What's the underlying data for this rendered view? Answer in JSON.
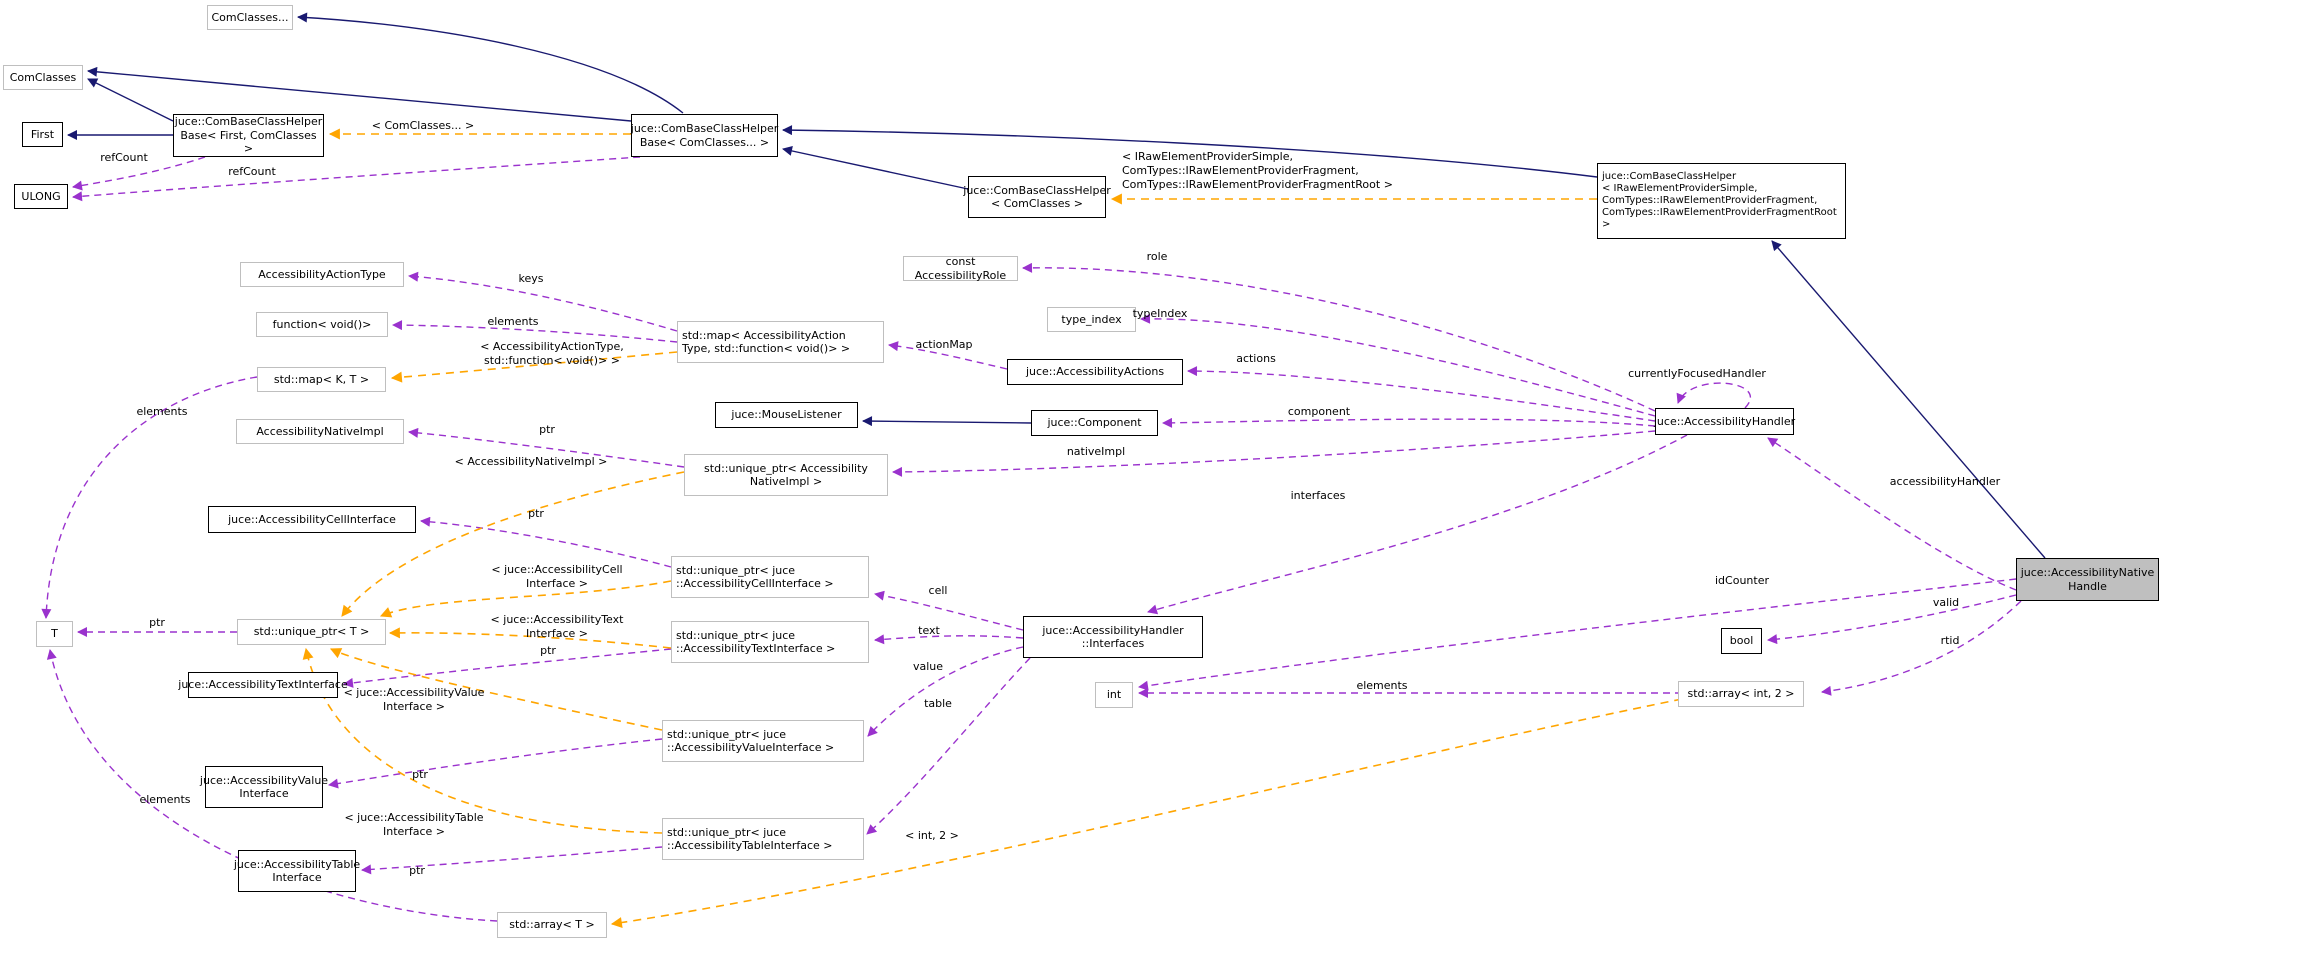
{
  "diagram": {
    "kind": "collaboration-graph",
    "main_class": "juce::AccessibilityNativeHandle"
  },
  "colors": {
    "inheritance_edge": "#191970",
    "usage_edge": "#9a32cd",
    "template_edge": "#ffa500",
    "node_border": "#000000",
    "node_border_external": "#bfbfbf",
    "main_node_fill": "#bfbfbf",
    "background": "#ffffff"
  },
  "nodes": {
    "comclasses_ellipsis": {
      "label": "ComClasses..."
    },
    "comclasses": {
      "label": "ComClasses"
    },
    "first": {
      "label": "First"
    },
    "ulong": {
      "label": "ULONG"
    },
    "helperbase_first": {
      "label": "juce::ComBaseClassHelper\nBase< First, ComClasses >"
    },
    "helperbase_variadic": {
      "label": "juce::ComBaseClassHelper\nBase< ComClasses... >"
    },
    "helper_comclasses": {
      "label": "juce::ComBaseClassHelper\n< ComClasses >"
    },
    "helper_iraw": {
      "label": "juce::ComBaseClassHelper\n< IRawElementProviderSimple,\n ComTypes::IRawElementProviderFragment,\n ComTypes::IRawElementProviderFragmentRoot >"
    },
    "actiontype": {
      "label": "AccessibilityActionType"
    },
    "function_void": {
      "label": "function< void()>"
    },
    "map_kt": {
      "label": "std::map< K, T >"
    },
    "map_aat": {
      "label": "std::map< AccessibilityAction\nType, std::function< void()> >"
    },
    "const_role": {
      "label": "const AccessibilityRole"
    },
    "type_index": {
      "label": "type_index"
    },
    "accessibilityactions": {
      "label": "juce::AccessibilityActions"
    },
    "mouselistener": {
      "label": "juce::MouseListener"
    },
    "component": {
      "label": "juce::Component"
    },
    "uptr_nativeimpl": {
      "label": "std::unique_ptr< Accessibility\nNativeImpl >"
    },
    "nativeimpl": {
      "label": "AccessibilityNativeImpl"
    },
    "cellinterface": {
      "label": "juce::AccessibilityCellInterface"
    },
    "uptr_t": {
      "label": "std::unique_ptr< T >"
    },
    "t": {
      "label": "T"
    },
    "uptr_cell": {
      "label": "std::unique_ptr< juce\n::AccessibilityCellInterface >"
    },
    "uptr_text": {
      "label": "std::unique_ptr< juce\n::AccessibilityTextInterface >"
    },
    "textinterface": {
      "label": "juce::AccessibilityTextInterface"
    },
    "uptr_value": {
      "label": "std::unique_ptr< juce\n::AccessibilityValueInterface >"
    },
    "valueinterface": {
      "label": "juce::AccessibilityValue\nInterface"
    },
    "uptr_table": {
      "label": "std::unique_ptr< juce\n::AccessibilityTableInterface >"
    },
    "tableinterface": {
      "label": "juce::AccessibilityTable\nInterface"
    },
    "array_t": {
      "label": "std::array< T >"
    },
    "array_int2": {
      "label": "std::array< int, 2 >"
    },
    "int": {
      "label": "int"
    },
    "bool": {
      "label": "bool"
    },
    "interfaces": {
      "label": "juce::AccessibilityHandler\n::Interfaces"
    },
    "handler": {
      "label": "juce::AccessibilityHandler"
    },
    "main": {
      "label": "juce::AccessibilityNative\nHandle"
    }
  },
  "labels": {
    "refcount1": "refCount",
    "refcount2": "refCount",
    "keys": "keys",
    "elements_fn": "elements",
    "elements_kt": "elements",
    "elements_arr": "elements",
    "elements_int": "elements",
    "actionmap": "actionMap",
    "role": "role",
    "typeindex": "typeIndex",
    "actions": "actions",
    "component": "component",
    "nativeimpl": "nativeImpl",
    "interfaces": "interfaces",
    "currentlyfocused": "currentlyFocusedHandler",
    "accessibilityhandler": "accessibilityHandler",
    "idcounter": "idCounter",
    "valid": "valid",
    "rtid": "rtid",
    "cell": "cell",
    "text": "text",
    "value": "value",
    "table": "table",
    "ptr_nativeimpl": "ptr",
    "ptr_cell": "ptr",
    "ptr_t": "ptr",
    "ptr_text": "ptr",
    "ptr_value": "ptr",
    "ptr_table": "ptr",
    "tpl_comclasses": "< ComClasses... >",
    "tpl_iraw": "< IRawElementProviderSimple,\nComTypes::IRawElementProviderFragment,\nComTypes::IRawElementProviderFragmentRoot >",
    "tpl_aat": "< AccessibilityActionType,\nstd::function< void()> >",
    "tpl_nativeimpl": "< AccessibilityNativeImpl >",
    "tpl_cell": "< juce::AccessibilityCell\nInterface >",
    "tpl_text": "< juce::AccessibilityText\nInterface >",
    "tpl_value": "< juce::AccessibilityValue\nInterface >",
    "tpl_table": "< juce::AccessibilityTable\nInterface >",
    "tpl_int2": "< int, 2 >"
  }
}
